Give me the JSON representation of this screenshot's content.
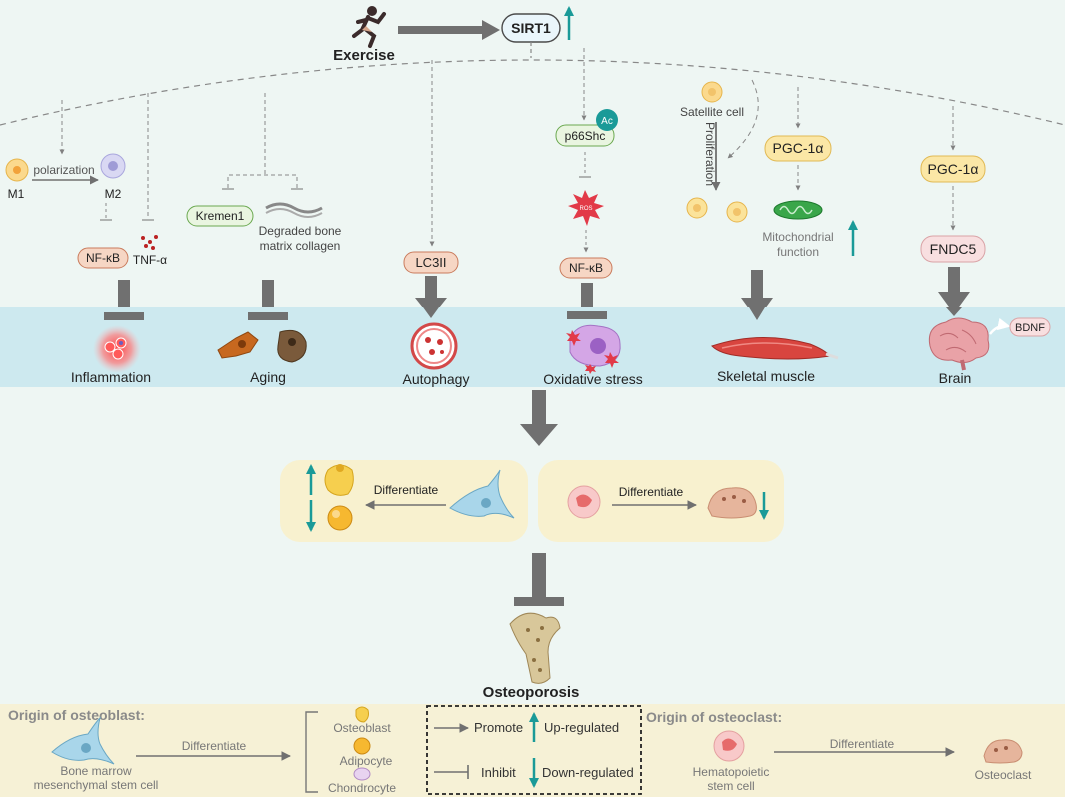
{
  "top": {
    "exercise": "Exercise",
    "sirt1": "SIRT1"
  },
  "pathways": {
    "inflammation": {
      "m1": "M1",
      "m2": "M2",
      "polarization": "polarization",
      "nfkb": "NF-κB",
      "tnfa": "TNF-α",
      "outcome": "Inflammation"
    },
    "aging": {
      "kremen1": "Kremen1",
      "collagen_1": "Degraded bone",
      "collagen_2": "matrix collagen",
      "outcome": "Aging"
    },
    "autophagy": {
      "lc3": "LC3II",
      "outcome": "Autophagy"
    },
    "oxidative": {
      "p66": "p66Shc",
      "ac": "Ac",
      "ros": "ROS",
      "nfkb": "NF-κB",
      "outcome": "Oxidative stress"
    },
    "muscle": {
      "satellite": "Satellite cell",
      "proliferation": "Proliferation",
      "pgc": "PGC-1α",
      "mito_1": "Mitochondrial",
      "mito_2": "function",
      "outcome": "Skeletal muscle"
    },
    "brain": {
      "pgc": "PGC-1α",
      "fndc5": "FNDC5",
      "bdnf": "BDNF",
      "outcome": "Brain"
    }
  },
  "middle": {
    "differentiate_left": "Differentiate",
    "differentiate_right": "Differentiate",
    "osteoporosis": "Osteoporosis"
  },
  "legend": {
    "osteoblast_origin": "Origin of osteoblast:",
    "bmsc_1": "Bone marrow",
    "bmsc_2": "mesenchymal stem cell",
    "differentiate": "Differentiate",
    "osteoblast": "Osteoblast",
    "adipocyte": "Adipocyte",
    "chondrocyte": "Chondrocyte",
    "promote": "Promote",
    "inhibit": "Inhibit",
    "up": "Up-regulated",
    "down": "Down-regulated",
    "osteoclast_origin": "Origin of osteoclast:",
    "hsc_1": "Hematopoietic",
    "hsc_2": "stem cell",
    "differentiate2": "Differentiate",
    "osteoclast": "Osteoclast"
  },
  "colors": {
    "teal": "#1a9a98",
    "band": "#cde9ef",
    "panel": "#f8f1cf",
    "legend_bg": "#f6f1d6",
    "arrow": "#707070",
    "nfkb_fill": "#f6d6c4",
    "pgc_fill": "#fbe7a6",
    "fndc5_fill": "#f8dfe0",
    "ros": "#e23a48",
    "kremen_fill": "#e9f5e0"
  }
}
